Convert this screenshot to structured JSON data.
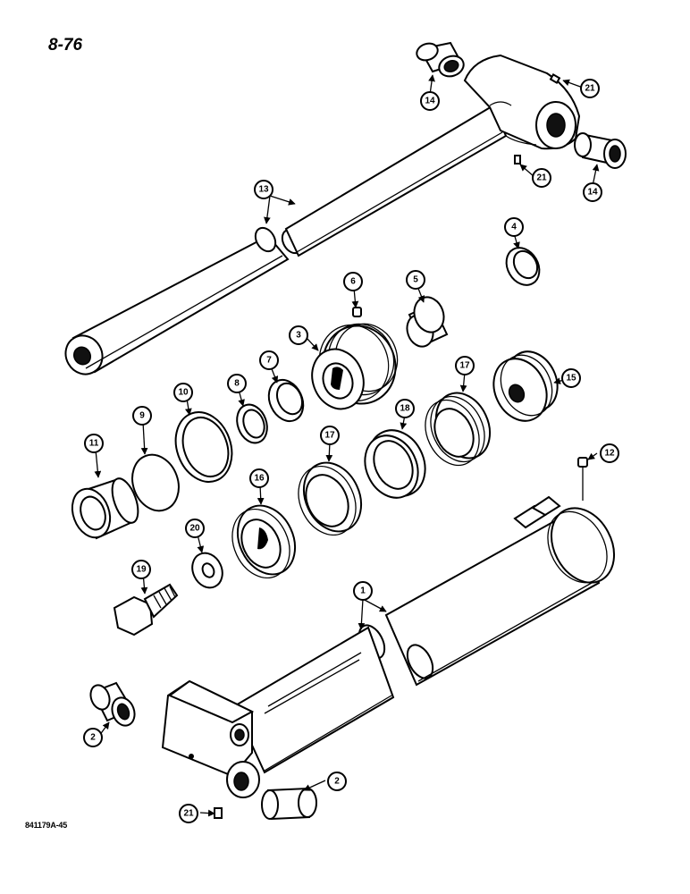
{
  "page": {
    "page_number": "8-76",
    "figure_code": "841179A-45"
  },
  "callouts": {
    "c1": "1",
    "c2a": "2",
    "c2b": "2",
    "c3": "3",
    "c4": "4",
    "c5": "5",
    "c6": "6",
    "c7": "7",
    "c8": "8",
    "c9": "9",
    "c10": "10",
    "c11": "11",
    "c12": "12",
    "c13": "13",
    "c14a": "14",
    "c14b": "14",
    "c15": "15",
    "c16": "16",
    "c17a": "17",
    "c17b": "17",
    "c18": "18",
    "c19": "19",
    "c20": "20",
    "c21a": "21",
    "c21b": "21",
    "c21c": "21"
  }
}
